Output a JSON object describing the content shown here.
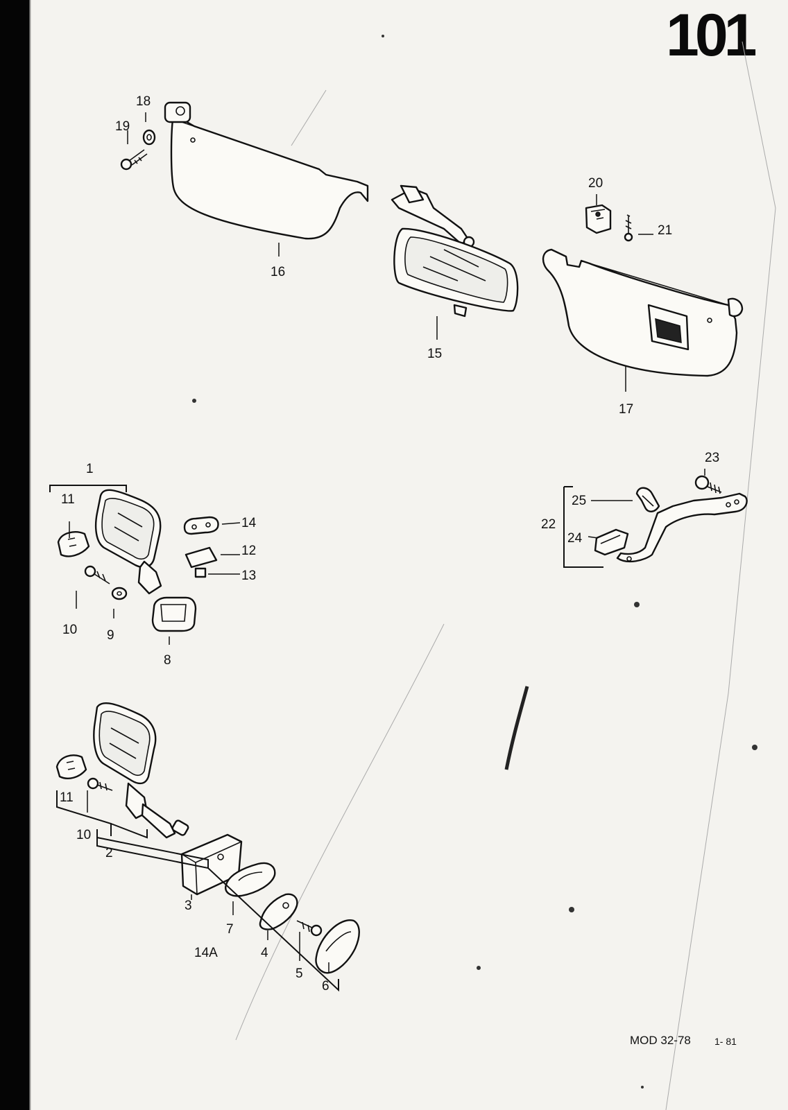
{
  "page": {
    "number": "101",
    "code": "MOD 32-78",
    "date": "1- 81"
  },
  "callouts": {
    "c1": "1",
    "c2": "2",
    "c3": "3",
    "c4": "4",
    "c5": "5",
    "c6": "6",
    "c7": "7",
    "c8": "8",
    "c9": "9",
    "c10a": "10",
    "c10b": "10",
    "c11a": "11",
    "c11b": "11",
    "c12": "12",
    "c13": "13",
    "c14": "14",
    "c14A": "14A",
    "c15": "15",
    "c16": "16",
    "c17": "17",
    "c18": "18",
    "c19": "19",
    "c20": "20",
    "c21": "21",
    "c22": "22",
    "c23": "23",
    "c24": "24",
    "c25": "25"
  },
  "colors": {
    "ink": "#111111",
    "paper": "#f4f3ef",
    "binding": "#050505"
  }
}
